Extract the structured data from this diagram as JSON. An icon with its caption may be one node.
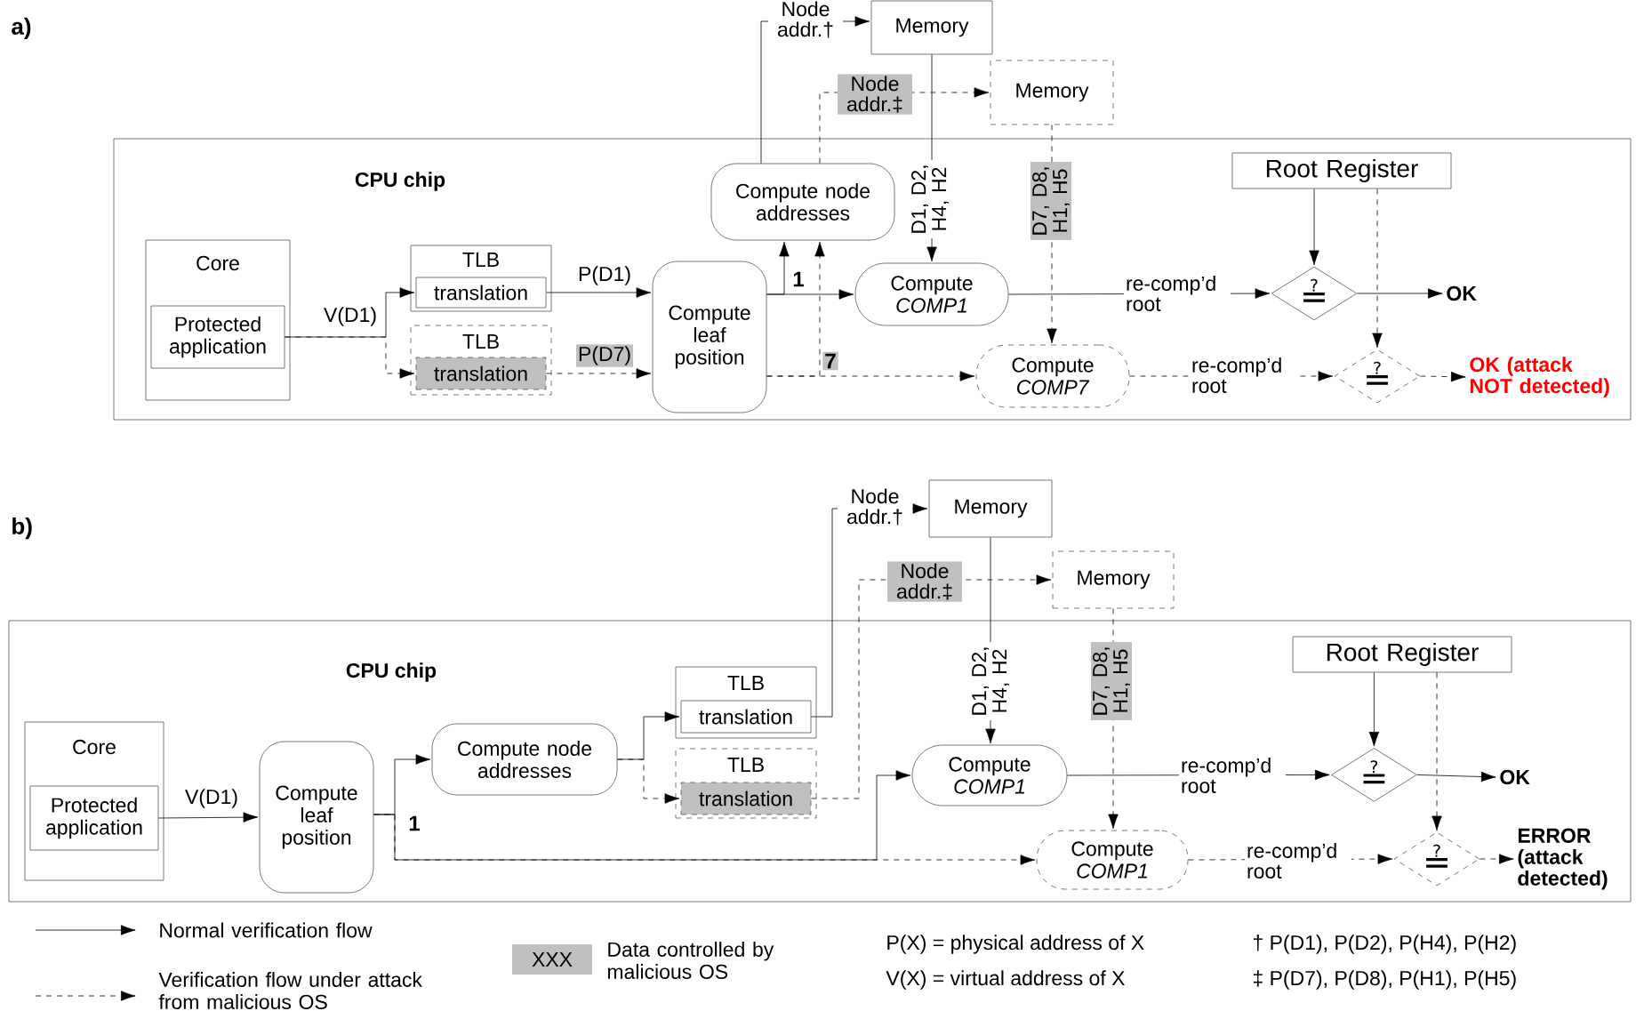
{
  "diagram": {
    "nodes": [
      {
        "text": [
          "CPU chip"
        ]
      },
      {
        "text": [
          "Core"
        ],
        "in": 0
      },
      {
        "text": [
          "Protected application"
        ],
        "in": 1
      },
      {
        "text": [
          "TLB"
        ],
        "in": 0
      },
      {
        "text": [
          "translation"
        ],
        "in": 3
      },
      {
        "text": [
          "TLB"
        ],
        "in": 0
      },
      {
        "text": [
          "translation"
        ],
        "in": 5
      },
      {
        "text": [
          "Compute leaf position"
        ],
        "in": 0
      },
      {
        "text": [
          "Compute node addresses"
        ],
        "in": 0
      },
      {
        "text": [
          "Memory"
        ]
      },
      {
        "text": [
          "Memory"
        ]
      },
      {
        "text": [
          "Compute *COMP1*"
        ],
        "in": 0
      },
      {
        "text": [
          "Compute *COMP7*"
        ],
        "in": 0
      },
      {
        "text": [
          "Root Register"
        ],
        "in": 0
      },
      {
        "text": [
          "≟"
        ],
        "in": 0
      },
      {
        "text": [
          "≟"
        ],
        "in": 0
      },
      {
        "text": [
          "OK"
        ],
        "in": 0
      },
      {
        "text": [
          "OK (attack NOT detected)"
        ],
        "in": 0
      },
      {
        "text": [
          "CPU chip"
        ]
      },
      {
        "text": [
          "Core"
        ],
        "in": 18
      },
      {
        "text": [
          "Protected application"
        ],
        "in": 19
      },
      {
        "text": [
          "Compute leaf position"
        ],
        "in": 18
      },
      {
        "text": [
          "Compute node addresses"
        ],
        "in": 18
      },
      {
        "text": [
          "TLB"
        ],
        "in": 18
      },
      {
        "text": [
          "translation"
        ],
        "in": 23
      },
      {
        "text": [
          "TLB"
        ],
        "in": 18
      },
      {
        "text": [
          "translation"
        ],
        "in": 25
      },
      {
        "text": [
          "Memory"
        ]
      },
      {
        "text": [
          "Memory"
        ]
      },
      {
        "text": [
          "Compute *COMP1*"
        ],
        "in": 18
      },
      {
        "text": [
          "Compute *COMP1*"
        ],
        "in": 18
      },
      {
        "text": [
          "Root Register"
        ],
        "in": 18
      },
      {
        "text": [
          "≟"
        ],
        "in": 18
      },
      {
        "text": [
          "≟"
        ],
        "in": 18
      },
      {
        "text": [
          "OK"
        ],
        "in": 18
      },
      {
        "text": [
          "ERROR (attack detected)"
        ],
        "in": 18
      }
    ],
    "edges": [
      {
        "from": 2,
        "to": 4,
        "arrow": "to",
        "label": "V(D1)"
      },
      {
        "from": 2,
        "to": 6,
        "arrow": "to",
        "style": "dashed"
      },
      {
        "from": 4,
        "to": 7,
        "arrow": "to",
        "label": "P(D1)"
      },
      {
        "from": 6,
        "to": 7,
        "arrow": "to",
        "style": "dashed",
        "label": "P(D7)"
      },
      {
        "from": 7,
        "to": 8,
        "arrow": "to",
        "label": "1"
      },
      {
        "from": 7,
        "to": 11,
        "arrow": "to"
      },
      {
        "from": 7,
        "to": 8,
        "arrow": "to",
        "style": "dashed",
        "label": "7"
      },
      {
        "from": 7,
        "to": 12,
        "arrow": "to",
        "style": "dashed"
      },
      {
        "from": 8,
        "to": 9,
        "arrow": "to",
        "label": "Node addr.†"
      },
      {
        "from": 8,
        "to": 10,
        "arrow": "to",
        "style": "dashed",
        "label": "Node addr.‡"
      },
      {
        "from": 9,
        "to": 11,
        "arrow": "to",
        "label": "D1, D2, H4, H2"
      },
      {
        "from": 10,
        "to": 12,
        "arrow": "to",
        "style": "dashed",
        "label": "D7, D8, H1, H5"
      },
      {
        "from": 11,
        "to": 14,
        "arrow": "to",
        "label": "re-comp’d root"
      },
      {
        "from": 12,
        "to": 15,
        "arrow": "to",
        "style": "dashed",
        "label": "re-comp’d root"
      },
      {
        "from": 13,
        "to": 14,
        "arrow": "to"
      },
      {
        "from": 13,
        "to": 15,
        "arrow": "to",
        "style": "dashed"
      },
      {
        "from": 14,
        "to": 16,
        "arrow": "to"
      },
      {
        "from": 15,
        "to": 17,
        "arrow": "to",
        "style": "dashed"
      },
      {
        "from": 20,
        "to": 21,
        "arrow": "to",
        "label": "V(D1)"
      },
      {
        "from": 21,
        "to": 22,
        "arrow": "to",
        "label": "1"
      },
      {
        "from": 21,
        "to": 29,
        "arrow": "to"
      },
      {
        "from": 21,
        "to": 30,
        "arrow": "to",
        "style": "dashed"
      },
      {
        "from": 22,
        "to": 24,
        "arrow": "to"
      },
      {
        "from": 22,
        "to": 26,
        "arrow": "to",
        "style": "dashed"
      },
      {
        "from": 24,
        "to": 27,
        "arrow": "to",
        "label": "Node addr.†"
      },
      {
        "from": 26,
        "to": 28,
        "arrow": "to",
        "style": "dashed",
        "label": "Node addr.‡"
      },
      {
        "from": 27,
        "to": 29,
        "arrow": "to",
        "label": "D1, D2, H4, H2"
      },
      {
        "from": 28,
        "to": 30,
        "arrow": "to",
        "style": "dashed",
        "label": "D7, D8, H1, H5"
      },
      {
        "from": 29,
        "to": 32,
        "arrow": "to",
        "label": "re-comp’d root"
      },
      {
        "from": 30,
        "to": 33,
        "arrow": "to",
        "style": "dashed",
        "label": "re-comp’d root"
      },
      {
        "from": 31,
        "to": 32,
        "arrow": "to"
      },
      {
        "from": 31,
        "to": 33,
        "arrow": "to",
        "style": "dashed"
      },
      {
        "from": 32,
        "to": 34,
        "arrow": "to"
      },
      {
        "from": 33,
        "to": 35,
        "arrow": "to",
        "style": "dashed"
      }
    ],
    "labels": [
      "a)",
      "b)",
      "XXX",
      "P(X) = physical address of X",
      "V(X) = virtual address of X",
      "† P(D1), P(D2), P(H4), P(H2)",
      "‡ P(D7), P(D8), P(H1), P(H5)"
    ],
    "legend": [
      {
        "text": "Normal verification flow"
      },
      {
        "text": "Verification flow under attack from malicious OS"
      },
      {
        "text": "Data controlled by malicious OS",
        "color": "#c0c0c0"
      }
    ]
  }
}
